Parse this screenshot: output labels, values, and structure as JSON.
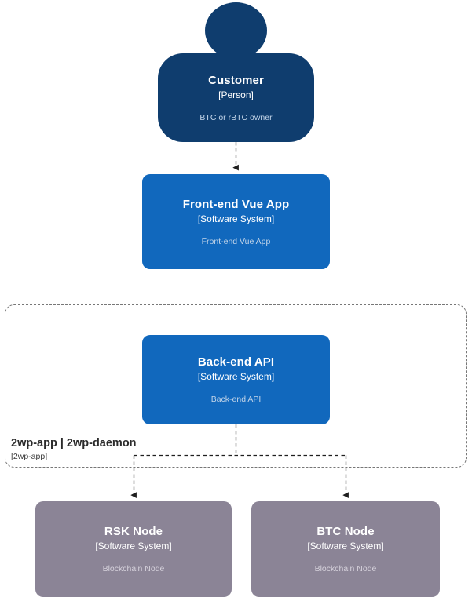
{
  "diagram": {
    "type": "C4 Context Diagram",
    "background": "#ffffff",
    "colors": {
      "person": "#0F3D6E",
      "system": "#1168BD",
      "external_system": "#8B8496",
      "boundary_border": "#777777",
      "connector": "#333333",
      "title_text": "#ffffff",
      "description_text": "#C3D5E9",
      "description_text_gray": "#D6D2DC"
    }
  },
  "nodes": {
    "customer": {
      "title": "Customer",
      "type": "[Person]",
      "description": "BTC or rBTC owner",
      "shape": "person"
    },
    "frontend": {
      "title": "Front-end Vue App",
      "type": "[Software System]",
      "description": "Front-end Vue App",
      "shape": "box",
      "style": "blue"
    },
    "backend": {
      "title": "Back-end API",
      "type": "[Software System]",
      "description": "Back-end API",
      "shape": "box",
      "style": "blue"
    },
    "rsk_node": {
      "title": "RSK Node",
      "type": "[Software System]",
      "description": "Blockchain Node",
      "shape": "box",
      "style": "gray"
    },
    "btc_node": {
      "title": "BTC Node",
      "type": "[Software System]",
      "description": "Blockchain Node",
      "shape": "box",
      "style": "gray"
    }
  },
  "boundary": {
    "label": "2wp-app | 2wp-daemon",
    "sublabel": "[2wp-app]",
    "style": "dashed",
    "contains": [
      "backend"
    ]
  },
  "connectors": [
    {
      "from": "customer",
      "to": "frontend",
      "style": "dashed",
      "arrow": "filled-triangle",
      "label": ""
    },
    {
      "from": "backend",
      "to": "rsk_node",
      "style": "dashed",
      "arrow": "filled-triangle",
      "label": ""
    },
    {
      "from": "backend",
      "to": "btc_node",
      "style": "dashed",
      "arrow": "filled-triangle",
      "label": ""
    }
  ]
}
